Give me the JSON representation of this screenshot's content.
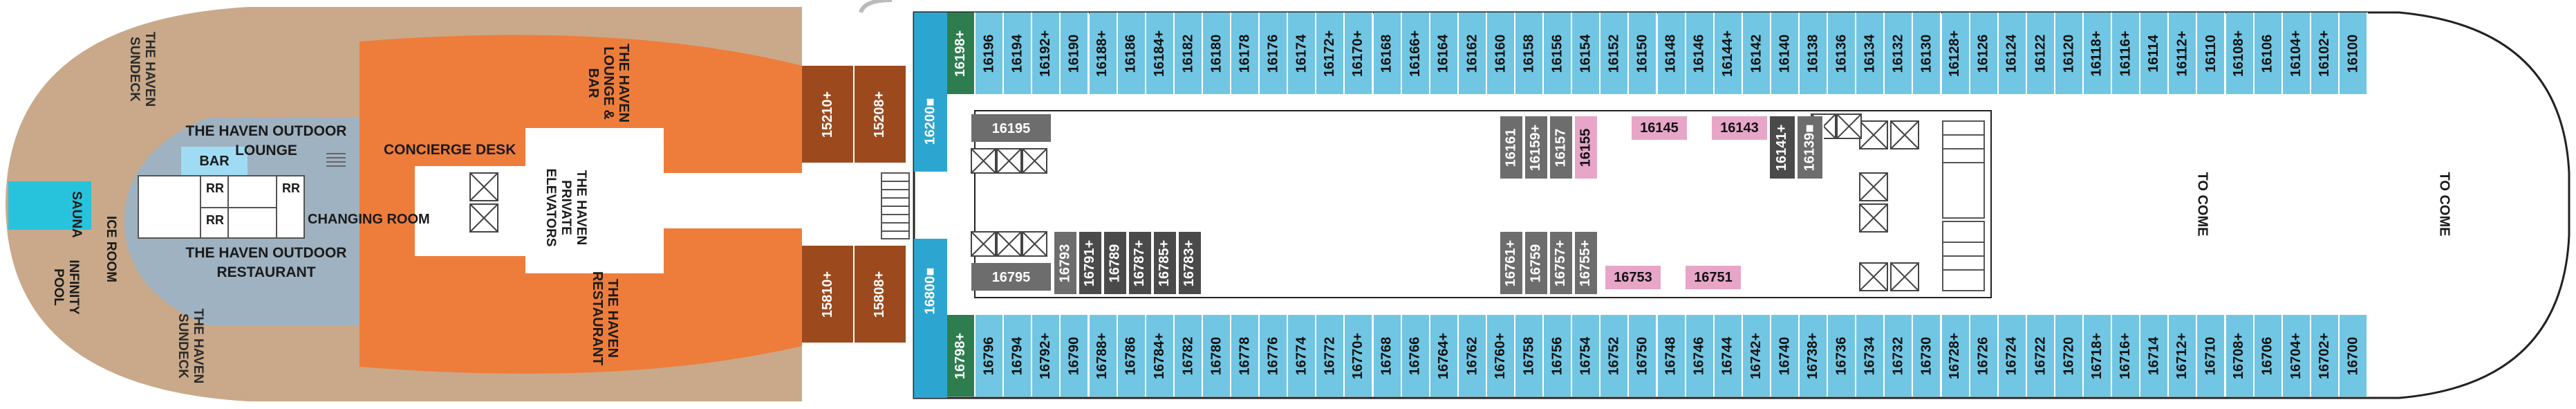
{
  "colors": {
    "blue": "#71c6e3",
    "dark_blue": "#2ca6d0",
    "orange": "#ee7d3b",
    "brown": "#9c4a1d",
    "tan": "#c9a98a",
    "grey_blue": "#9fb2c1",
    "dark_grey": "#4a4a4a",
    "mid_grey": "#6d6d6d",
    "pink": "#e7a6c8",
    "green": "#2e7d4f",
    "cyan": "#27c3dc",
    "light_blue": "#9fdcf4"
  },
  "labels": {
    "haven_sundeck_top": "THE HAVEN SUNDECK",
    "haven_sundeck_bottom": "THE HAVEN SUNDECK",
    "haven_outdoor_lounge": "THE HAVEN OUTDOOR LOUNGE",
    "haven_outdoor_restaurant": "THE HAVEN OUTDOOR RESTAURANT",
    "bar": "BAR",
    "rr1": "RR",
    "rr2": "RR",
    "rr3": "RR",
    "changing_room": "CHANGING ROOM",
    "sauna": "SAUNA",
    "ice_room": "ICE ROOM",
    "infinity_pool": "INFINITY POOL",
    "concierge_desk": "CONCIERGE DESK",
    "private_elevators": "THE HAVEN PRIVATE ELEVATORS",
    "haven_lounge_bar": "THE HAVEN LOUNGE & BAR",
    "haven_restaurant": "THE HAVEN RESTAURANT",
    "to_come_1": "TO COME",
    "to_come_2": "TO COME"
  },
  "cabins": {
    "top_row": [
      "16198+",
      "16196",
      "16194",
      "16192+",
      "16190",
      "16188+",
      "16186",
      "16184+",
      "16182",
      "16180",
      "16178",
      "16176",
      "16174",
      "16172+",
      "16170+",
      "16168",
      "16166+",
      "16164",
      "16162",
      "16160",
      "16158",
      "16156",
      "16154",
      "16152",
      "16150",
      "16148",
      "16146",
      "16144+",
      "16142",
      "16140",
      "16138",
      "16136",
      "16134",
      "16132",
      "16130",
      "16128+",
      "16126",
      "16124",
      "16122",
      "16120",
      "16118+",
      "16116+",
      "16114",
      "16112+",
      "16110",
      "16108+",
      "16106",
      "16104+",
      "16102+",
      "16100"
    ],
    "bottom_row": [
      "16798+",
      "16796",
      "16794",
      "16792+",
      "16790",
      "16788+",
      "16786",
      "16784+",
      "16782",
      "16780",
      "16778",
      "16776",
      "16774",
      "16772",
      "16770+",
      "16768",
      "16766",
      "16764+",
      "16762",
      "16760+",
      "16758",
      "16756",
      "16754",
      "16752",
      "16750",
      "16748",
      "16746",
      "16744",
      "16742+",
      "16740",
      "16738+",
      "16736",
      "16734",
      "16732",
      "16730",
      "16728+",
      "16726",
      "16724",
      "16722",
      "16720",
      "16718+",
      "16716+",
      "16714",
      "16712+",
      "16710",
      "16708+",
      "16706",
      "16704+",
      "16702+",
      "16700"
    ],
    "suite_top_1": "15210+",
    "suite_top_2": "15208+",
    "suite_bottom_1": "15810+",
    "suite_bottom_2": "15808+",
    "corner_top": "16200■",
    "corner_bottom": "16800■",
    "inner_16195": "16195",
    "inner_16795": "16795",
    "inner_top_grey": [
      "16161",
      "16159+",
      "16157",
      "16155"
    ],
    "inner_top_pink": [
      "16145",
      "16143"
    ],
    "inner_top_dark": [
      "16141+",
      "16139■"
    ],
    "inner_bottom_dark": [
      "16793",
      "16791+",
      "16789",
      "16787+",
      "16785+",
      "16783+"
    ],
    "inner_bottom_grey": [
      "16761+",
      "16759",
      "16757+",
      "16755+"
    ],
    "inner_bottom_pink": [
      "16753",
      "16751"
    ]
  }
}
